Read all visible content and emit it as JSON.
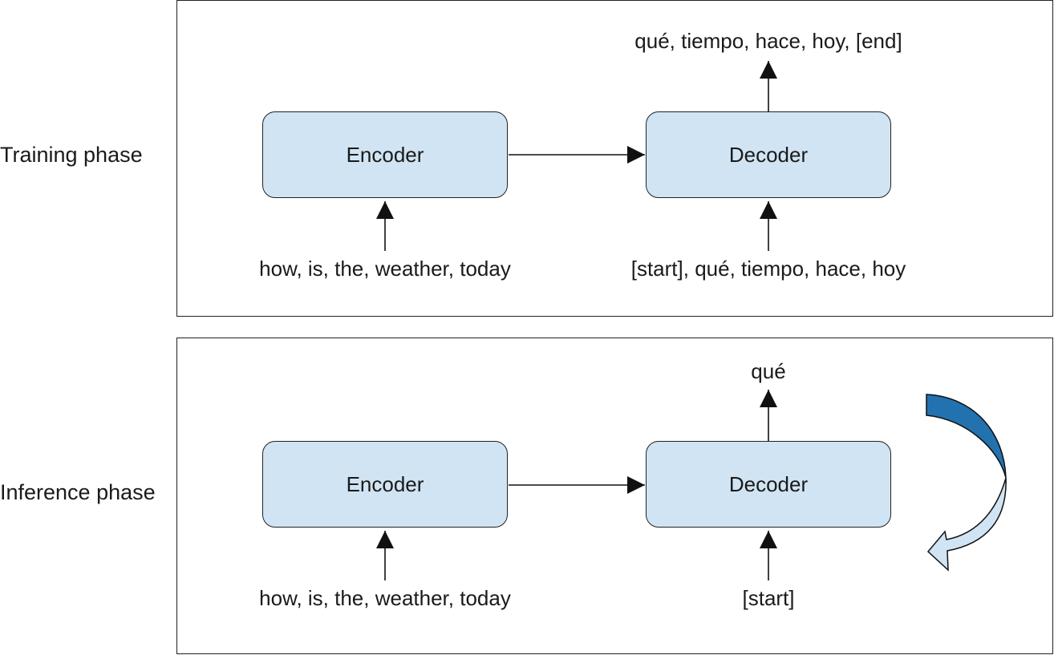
{
  "training": {
    "label": "Training phase",
    "encoder": {
      "label": "Encoder",
      "input": "how, is, the, weather, today"
    },
    "decoder": {
      "label": "Decoder",
      "input": "[start], qué, tiempo, hace, hoy",
      "output": "qué, tiempo, hace, hoy, [end]"
    }
  },
  "inference": {
    "label": "Inference phase",
    "encoder": {
      "label": "Encoder",
      "input": "how, is, the, weather, today"
    },
    "decoder": {
      "label": "Decoder",
      "input": "[start]",
      "output": "qué"
    }
  },
  "colors": {
    "node_fill": "#d1e4f3",
    "loop_arrow_dark": "#2272b0",
    "loop_arrow_light": "#d1e4f3",
    "stroke": "#222222"
  },
  "icons": {
    "loop": "curved-loop-arrow-icon"
  }
}
